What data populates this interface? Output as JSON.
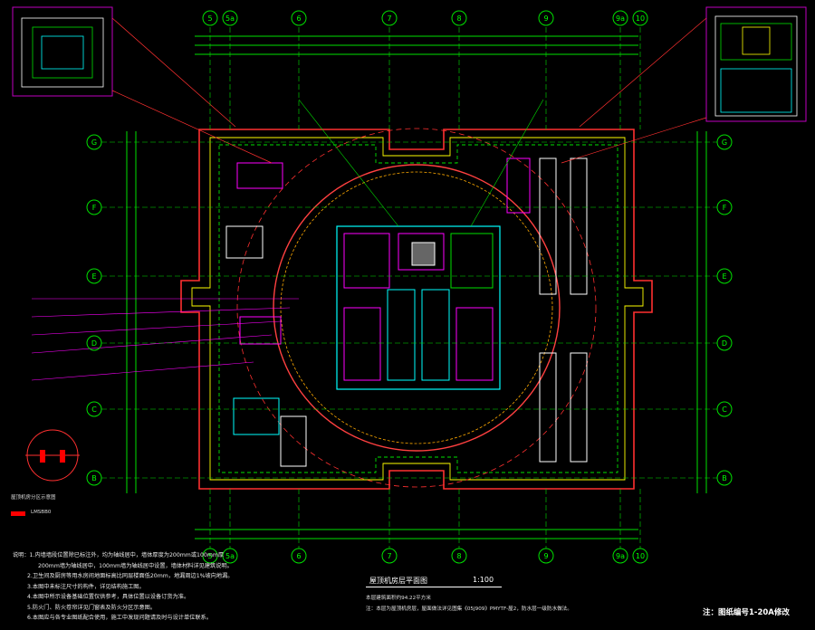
{
  "drawing": {
    "axes_top": [
      "5",
      "5a",
      "6",
      "7",
      "8",
      "9",
      "9a",
      "10"
    ],
    "axes_bottom": [
      "5",
      "5a",
      "6",
      "7",
      "8",
      "9",
      "9a",
      "10"
    ],
    "axes_side": [
      "G",
      "F",
      "E",
      "D",
      "C",
      "B"
    ]
  },
  "notes": [
    "说明：1.内墙墙段位置除已标注外，均为轴线居中，墙体厚度为200mm或100mm厚",
    "200mm墙为轴线居中，100mm墙为轴线居中设置，墙体材料详见建筑说明。",
    "2.卫生间及厨房等用水房间地面标高比同层楼面低20mm，地漏周边1%坡向地漏。",
    "3.本图中未标注尺寸的构件，详见结构施工图。",
    "4.本图中所示设备基础位置仅供参考，具体位置以设备订货为准。",
    "5.防火门、防火卷帘详见门窗表及防火分区示意图。",
    "6.本图应与各专业图纸配合使用，施工中发现问题请及时与设计单位联系。"
  ],
  "title": {
    "name": "屋顶机房层平面图",
    "scale": "1:100",
    "line1": "本层建筑面积约94.22平方米",
    "line2": "注：本层为屋顶机房层，屋面做法详见图集《05J909》PMYTF-屋2，防水层一级防水做法。"
  },
  "corner_note": "注：图纸编号1-20A修改",
  "legend": {
    "label": "屋顶机房分区示意图",
    "swatch_label": "LMSBB0",
    "swatch_color": "#ff0000"
  }
}
